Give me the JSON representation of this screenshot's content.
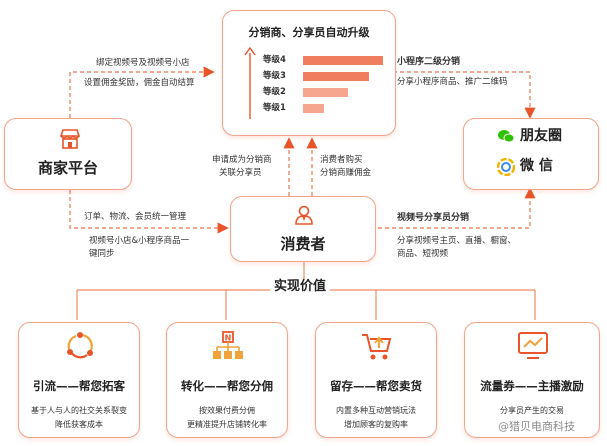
{
  "top_box": {
    "title": "分销商、分享员自动升级",
    "levels": [
      {
        "name": "等级4",
        "fill": 1.0
      },
      {
        "name": "等级3",
        "fill": 0.82
      },
      {
        "name": "等级2",
        "fill": 0.56
      },
      {
        "name": "等级1",
        "fill": 0.26
      }
    ]
  },
  "merchant": {
    "title": "商家平台",
    "icon": "shop-icon"
  },
  "consumer": {
    "title": "消费者",
    "icon": "person-icon"
  },
  "social": {
    "wechat_moments": "朋友圈",
    "wechat": "微 信",
    "icon1": "moments-icon",
    "icon2": "wechat-icon"
  },
  "labels": {
    "tl_line1": "绑定视频号及视频号小店",
    "tl_line2": "设置佣金奖励，佣金自动结算",
    "tr_title": "小程序二级分销",
    "tr_line": "分享小程序商品、推广二维码",
    "mid_left_1": "申请成为分销商",
    "mid_left_2": "关联分享员",
    "mid_right_1": "消费者购买",
    "mid_right_2": "分销商赚佣金",
    "bl_line1": "订单、物流、会员统一管理",
    "bl_line2": "视频号小店&小程序商品一",
    "bl_line3": "键同步",
    "br_title": "视频号分享员分销",
    "br_line1": "分享视频号主页、直播、橱窗、",
    "br_line2": "商品、短视频"
  },
  "value_title": "实现价值",
  "values": [
    {
      "title": "引流——帮您拓客",
      "icon": "share-network-icon",
      "desc1": "基于人与人的社交关系裂变",
      "desc2": "降低获客成本"
    },
    {
      "title": "转化——帮您分佣",
      "icon": "org-chart-icon",
      "desc1": "按效果付费分佣",
      "desc2": "更精准提升店铺转化率"
    },
    {
      "title": "留存——帮您卖货",
      "icon": "cart-icon",
      "desc1": "内置多种互动营销玩法",
      "desc2": "增加顾客的复购率"
    },
    {
      "title": "流量券——主播激励",
      "icon": "trend-chart-icon",
      "desc1": "分享员产生的交易",
      "desc2": ""
    }
  ],
  "watermark": "@猎贝电商科技",
  "colors": {
    "accent": "#e9552a",
    "border": "#f2a48c",
    "bar": "#f07d5e",
    "bar_light": "#f6a58e",
    "wechat_green": "#2dc100"
  }
}
